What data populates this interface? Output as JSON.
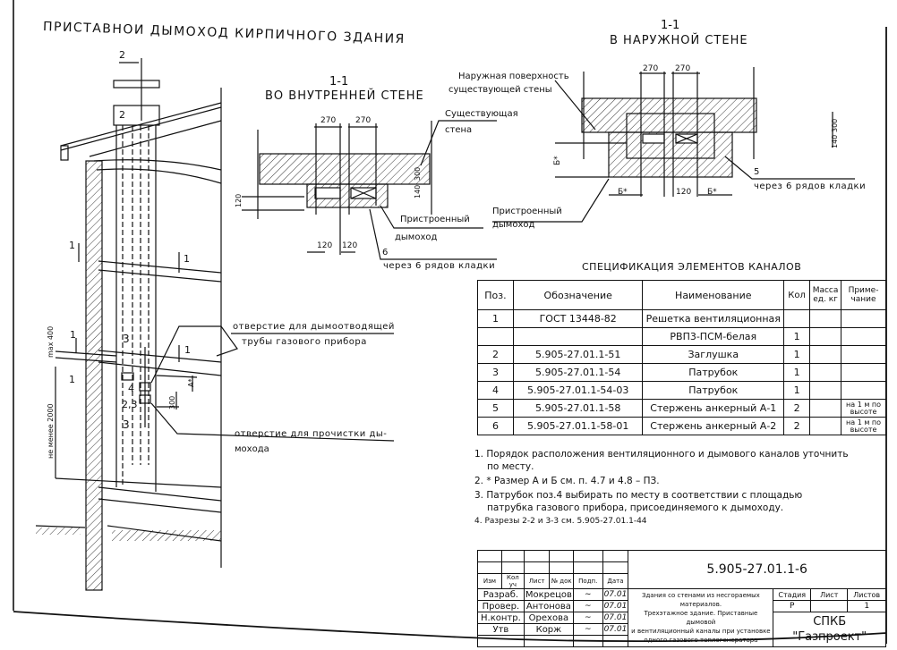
{
  "main_title": "ПРИСТАВНОИ ДЫМОХОД КИРПИЧНОГО ЗДАНИЯ",
  "elevation": {
    "section_marks": [
      "2",
      "2",
      "1",
      "1",
      "1",
      "1",
      "3",
      "3",
      "4",
      "2,3",
      "1"
    ],
    "dim_max400": "max 400",
    "dim_min2000": "не менее 2000",
    "dim_300": "300",
    "dim_a": "А*",
    "callout_flue_hole_1": "отверстие для дымоотводящей",
    "callout_flue_hole_2": "трубы газового прибора",
    "callout_cleanout_1": "отверстие для прочистки ды-",
    "callout_cleanout_2": "мохода"
  },
  "section_inner": {
    "number": "1-1",
    "title": "ВО ВНУТРЕННЕЙ СТЕНЕ",
    "dim_270_a": "270",
    "dim_270_b": "270",
    "dim_120_a": "120",
    "dim_120_b": "120",
    "dim_120_c": "120",
    "dim_140": "140",
    "dim_300": "300",
    "label_wall_1": "Существующая",
    "label_wall_2": "стена",
    "label_chimney_1": "Пристроенный",
    "label_chimney_2": "дымоход",
    "pos": "6",
    "pos_note": "через 6 рядов кладки"
  },
  "section_outer": {
    "number": "1-1",
    "title": "В НАРУЖНОЙ СТЕНЕ",
    "dim_270_a": "270",
    "dim_270_b": "270",
    "dim_140": "140",
    "dim_300": "300",
    "dim_120": "120",
    "dim_b1": "Б*",
    "dim_b2": "Б*",
    "dim_b3": "Б*",
    "label_surface_1": "Наружная поверхность",
    "label_surface_2": "существующей стены",
    "label_chimney_1": "Пристроенный",
    "label_chimney_2": "дымоход",
    "pos": "5",
    "pos_note": "через 6 рядов кладки"
  },
  "spec": {
    "title": "СПЕЦИФИКАЦИЯ ЭЛЕМЕНТОВ КАНАЛОВ",
    "headers": [
      "Поз.",
      "Обозначение",
      "Наименование",
      "Кол",
      "Масса ед. кг",
      "Приме- чание"
    ],
    "rows": [
      {
        "pos": "1",
        "code": "ГОСТ 13448-82",
        "name": "Решетка вентиляционная",
        "qty": "",
        "mass": "",
        "note": ""
      },
      {
        "pos": "",
        "code": "",
        "name": "РВП3-ПСМ-белая",
        "qty": "1",
        "mass": "",
        "note": ""
      },
      {
        "pos": "2",
        "code": "5.905-27.01.1-51",
        "name": "Заглушка",
        "qty": "1",
        "mass": "",
        "note": ""
      },
      {
        "pos": "3",
        "code": "5.905-27.01.1-54",
        "name": "Патрубок",
        "qty": "1",
        "mass": "",
        "note": ""
      },
      {
        "pos": "4",
        "code": "5.905-27.01.1-54-03",
        "name": "Патрубок",
        "qty": "1",
        "mass": "",
        "note": ""
      },
      {
        "pos": "5",
        "code": "5.905-27.01.1-58",
        "name": "Стержень анкерный А-1",
        "qty": "2",
        "mass": "",
        "note": "на 1 м по высоте"
      },
      {
        "pos": "6",
        "code": "5.905-27.01.1-58-01",
        "name": "Стержень анкерный А-2",
        "qty": "2",
        "mass": "",
        "note": "на 1 м по высоте"
      }
    ]
  },
  "notes": [
    "1. Порядок расположения вентиляционного и дымового каналов уточнить",
    "по месту.",
    "2. * Размер А и Б см. п. 4.7 и 4.8 – ПЗ.",
    "3. Патрубок поз.4 выбирать по месту в соответствии с площадью",
    "патрубка газового прибора, присоединяемого к дымоходу.",
    "4. Разрезы 2-2 и 3-3 см. 5.905-27.01.1-44"
  ],
  "title_block": {
    "doc_code": "5.905-27.01.1-6",
    "col_headers": [
      "Изм",
      "Кол уч",
      "Лист",
      "№ док",
      "Подп.",
      "Дата"
    ],
    "signers": [
      {
        "role": "Разраб.",
        "name": "Мокрецов",
        "date": "07.01"
      },
      {
        "role": "Провер.",
        "name": "Антонова",
        "date": "07.01"
      },
      {
        "role": "Н.контр.",
        "name": "Орехова",
        "date": "07.01"
      },
      {
        "role": "Утв",
        "name": "Корж",
        "date": "07.01"
      }
    ],
    "description": [
      "Здания со стенами из несгораемых",
      "материалов.",
      "Трехэтажное здание. Приставные дымовой",
      "и вентиляционный каналы при установке",
      "одного газового теплогенератора"
    ],
    "stage_label": "Стадия",
    "sheet_label": "Лист",
    "sheets_label": "Листов",
    "stage": "Р",
    "sheet": "",
    "sheets": "1",
    "org_1": "СПКБ",
    "org_2": "\"Газпроект\""
  }
}
